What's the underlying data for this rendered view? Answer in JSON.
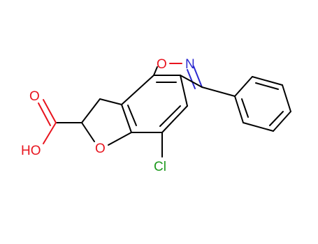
{
  "atom_labels": {
    "ring_oxygen_isoxazole": "O",
    "ring_nitrogen": "N",
    "ring_oxygen_furan": "O",
    "carbonyl_oxygen": "O",
    "hydroxyl": "HO",
    "chlorine": "Cl"
  },
  "colors": {
    "bond": "#000000",
    "oxygen": "#e8141e",
    "nitrogen": "#2c2ad0",
    "chlorine": "#1e9a1e",
    "background": "#ffffff"
  }
}
